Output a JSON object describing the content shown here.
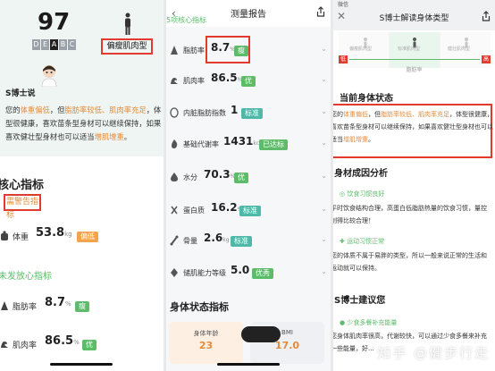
{
  "panel1": {
    "score": "97",
    "grades": [
      "D",
      "E",
      "A",
      "B",
      "C"
    ],
    "body_type": "偏瘦肌肉型",
    "doctor_title": "S博士说",
    "doctor_text_1": "您的",
    "doctor_hl_1": "体重偏低",
    "doctor_text_2": "，但",
    "doctor_hl_2": "脂肪率较低、肌肉率充足",
    "doctor_text_3": "，体型很健康，喜欢苗条型身材可以继续保持，如果喜欢健壮型身材也可以适当",
    "doctor_hl_3": "增肌增重",
    "doctor_text_4": "。",
    "core_title": "核心指标",
    "warn_label": "需警告指标",
    "weight_label": "体重",
    "weight_value": "53.8",
    "weight_unit": "kg",
    "weight_tag": "偏低",
    "release_title": "未发放心指标",
    "fat_label": "脂肪率",
    "fat_value": "8.7",
    "fat_unit": "%",
    "fat_tag": "瘦",
    "muscle_label": "肌肉率",
    "muscle_value": "86.5",
    "muscle_unit": "%",
    "muscle_tag": "优"
  },
  "panel2": {
    "cut_label": "5项核心指标",
    "title": "测量报告",
    "rows": [
      {
        "label": "脂肪率",
        "value": "8.7",
        "unit": "%",
        "tag": "瘦"
      },
      {
        "label": "肌肉率",
        "value": "86.5",
        "unit": "%",
        "tag": "优"
      },
      {
        "label": "内脏脂肪指数",
        "value": "1",
        "unit": "",
        "tag": "标准"
      },
      {
        "label": "基础代谢率",
        "value": "1431",
        "unit": "kcal",
        "tag": "已达标"
      },
      {
        "label": "水分",
        "value": "70.3",
        "unit": "%",
        "tag": "优"
      },
      {
        "label": "蛋白质",
        "value": "16.2",
        "unit": "%",
        "tag": "标准"
      },
      {
        "label": "骨量",
        "value": "2.6",
        "unit": "kg",
        "tag": "标准"
      },
      {
        "label": "储肌能力等级",
        "value": "5.0",
        "unit": "",
        "tag": "优秀"
      }
    ],
    "state_title": "身体状态指标",
    "age_label": "身体年龄",
    "age_value": "23",
    "bmi_label": "BMI",
    "bmi_value": "17.0"
  },
  "panel3": {
    "status": "微信",
    "title": "S博士解读身体类型",
    "low": "低",
    "high": "高",
    "types_top": [
      "偏瘦型",
      "标准型",
      "健壮型"
    ],
    "types_mid": [
      "偏瘦肌肉型",
      "标准肌肉型",
      "健壮肌肉型"
    ],
    "axis_label": "脂肪率",
    "current_title": "当前身体状态",
    "cur_text_1": "您的",
    "cur_hl_1": "体重偏低",
    "cur_text_2": "，但",
    "cur_hl_2": "脂肪率较低、肌肉率充足",
    "cur_text_3": "，体型很健康，喜欢苗条型身材可以继续保持，如果喜欢健壮型身材也可以适当",
    "cur_hl_3": "增肌增重",
    "cur_text_4": "。",
    "cause_title": "身材成因分析",
    "cause_1_title": "饮食习惯良好",
    "cause_1_desc": "平时饮食结构合理，高蛋白低脂肪热量的饮食习惯，量控制得比较合理！",
    "cause_2_title": "运动习惯正常",
    "cause_2_desc": "您的体质不属于易胖的类型，所以一般来说正常的生活和运动就可以保持。",
    "sugg_title": "S博士建议您",
    "sugg_1_title": "少食多餐补充能量",
    "sugg_1_desc": "您身体肌肉率很高，代谢较快，可以通过少食多餐来补充一些能量，好...",
    "watermark": "知乎 @健步行走"
  }
}
